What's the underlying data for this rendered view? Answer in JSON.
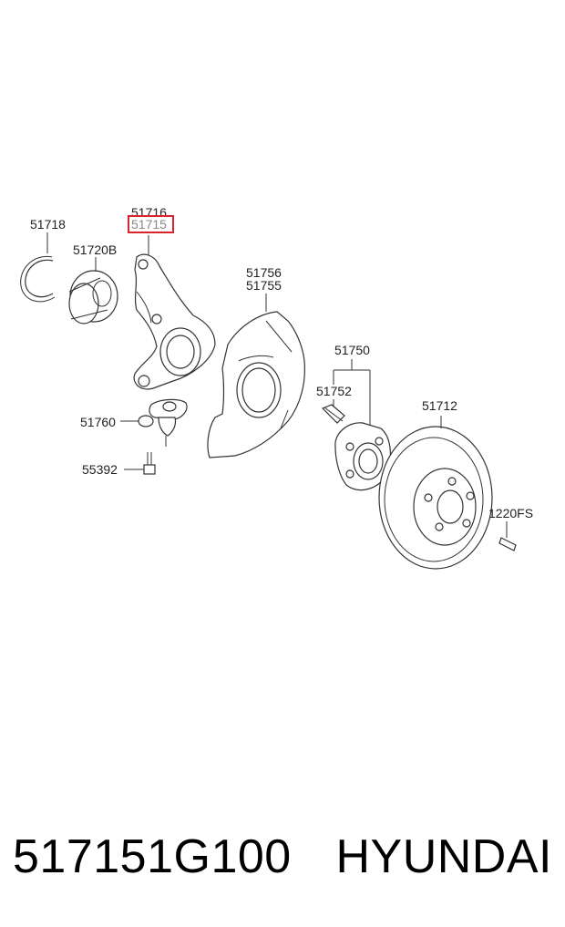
{
  "callouts": {
    "c51718": "51718",
    "c51716": "51716",
    "c51715": "51715",
    "c51720b": "51720B",
    "c51756": "51756",
    "c51755": "51755",
    "c51750": "51750",
    "c51752": "51752",
    "c51712": "51712",
    "c51760": "51760",
    "c55392": "55392",
    "c1220fs": "1220FS"
  },
  "highlight": {
    "part": "51715",
    "color": "#d9242b"
  },
  "footer": {
    "part_number": "517151G100",
    "brand": "HYUNDAI"
  }
}
